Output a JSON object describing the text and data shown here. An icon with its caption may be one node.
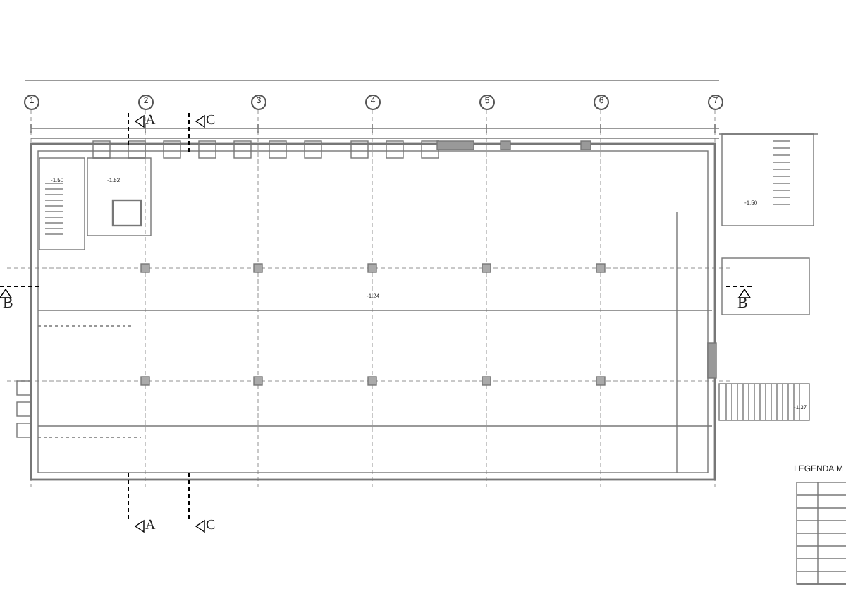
{
  "diagram": {
    "nodes": [
      {
        "text": [
          "1"
        ]
      },
      {
        "text": [
          "2"
        ]
      },
      {
        "text": [
          "3"
        ]
      },
      {
        "text": [
          "4"
        ]
      },
      {
        "text": [
          "5"
        ]
      },
      {
        "text": [
          "6"
        ]
      },
      {
        "text": [
          "7"
        ]
      }
    ],
    "edges": [],
    "labels": [
      "A",
      "C",
      "-1.50",
      "-1.52",
      "B",
      "-1.24",
      "B",
      "-1.50",
      "-1.37",
      "A",
      "C",
      "LEGENDA M"
    ]
  }
}
